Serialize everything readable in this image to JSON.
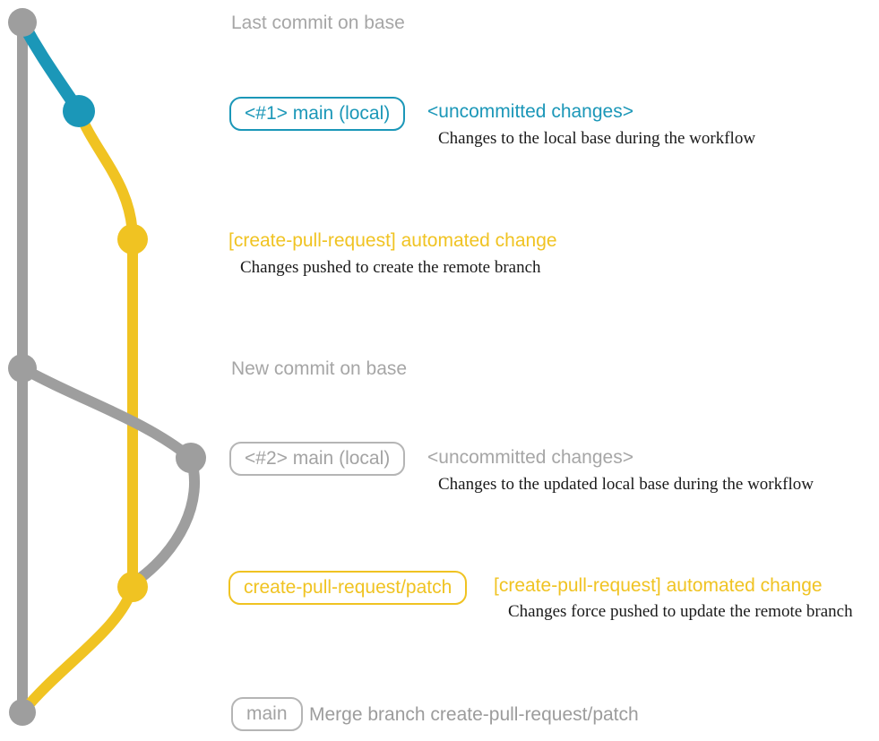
{
  "colors": {
    "branch_blue": "#1b97b8",
    "branch_yellow": "#f0c322",
    "branch_gray": "#9e9e9e",
    "muted_text_gray": "#a6a6a6",
    "caption_black": "#1a1a1a"
  },
  "graph": {
    "nodes": [
      {
        "name": "last-commit-on-base-node",
        "color": "#9e9e9e"
      },
      {
        "name": "local-main-1-node",
        "color": "#1b97b8"
      },
      {
        "name": "create-pull-request-commit-1-node",
        "color": "#f0c322"
      },
      {
        "name": "new-commit-on-base-node",
        "color": "#9e9e9e"
      },
      {
        "name": "local-main-2-node",
        "color": "#9e9e9e"
      },
      {
        "name": "create-pull-request-commit-2-node",
        "color": "#f0c322"
      },
      {
        "name": "merge-commit-node",
        "color": "#9e9e9e"
      }
    ]
  },
  "annotations": {
    "last_commit_title": "Last commit on base",
    "row1": {
      "badge": "<#1> main (local)",
      "headline": "<uncommitted changes>",
      "caption": "Changes to the local base during the workflow"
    },
    "row2": {
      "headline": "[create-pull-request] automated change",
      "caption": "Changes pushed to create the remote branch"
    },
    "new_commit_title": "New commit on base",
    "row3": {
      "badge": "<#2> main (local)",
      "headline": "<uncommitted changes>",
      "caption": "Changes to the updated local base during the workflow"
    },
    "row4": {
      "badge": "create-pull-request/patch",
      "headline": "[create-pull-request] automated change",
      "caption": "Changes force pushed to update the remote branch"
    },
    "row5": {
      "badge": "main",
      "message": "Merge branch create-pull-request/patch"
    }
  }
}
